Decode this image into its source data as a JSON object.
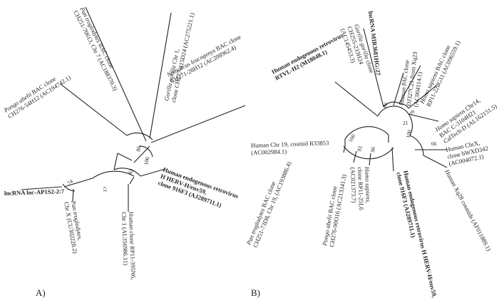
{
  "panels": [
    {
      "label": "A)",
      "leaves": [
        {
          "lines": [
            {
              "segs": [
                {
                  "t": "Pan troglodytes",
                  "i": true
                },
                {
                  "t": " BAC clone"
                }
              ]
            },
            {
              "segs": [
                {
                  "t": "CH251-70613, Chr 7 (AC188370.3)"
                }
              ]
            }
          ]
        },
        {
          "lines": [
            {
              "segs": [
                {
                  "t": "Gorilla gorilla",
                  "i": true
                },
                {
                  "t": " Chr 1,"
                }
              ]
            },
            {
              "segs": [
                {
                  "t": "clone CH277-415D24 (AC275221.1)"
                }
              ]
            }
          ]
        },
        {
          "lines": [
            {
              "segs": [
                {
                  "t": "Pongo abelii",
                  "i": true
                },
                {
                  "t": " BAC clone"
                }
              ]
            },
            {
              "segs": [
                {
                  "t": "CH276-54H12 (AC194742.1)"
                }
              ]
            }
          ]
        },
        {
          "lines": [
            {
              "segs": [
                {
                  "t": "Nomascus leucogenys",
                  "i": true
                },
                {
                  "t": " BAC clone"
                }
              ]
            },
            {
              "segs": [
                {
                  "t": "CH271-28H12 (AC208962.4)"
                }
              ]
            }
          ]
        },
        {
          "lines": [
            {
              "segs": [
                {
                  "t": "Human endogenous retrovirus"
                }
              ]
            },
            {
              "segs": [
                {
                  "t": "H HERV-H/env59,"
                }
              ]
            },
            {
              "segs": [
                {
                  "t": "clone 916F3 (AJ289711.1)"
                }
              ]
            }
          ],
          "bold": true
        },
        {
          "lines": [
            {
              "segs": [
                {
                  "t": "lncRNA lnc-AP1S2-2:7"
                }
              ]
            }
          ],
          "bold": true
        },
        {
          "lines": [
            {
              "segs": [
                {
                  "t": "Pan troglodytes",
                  "i": true
                },
                {
                  "t": ","
                }
              ]
            },
            {
              "segs": [
                {
                  "t": "Chr X (CU302228.2)"
                }
              ]
            }
          ]
        },
        {
          "lines": [
            {
              "segs": [
                {
                  "t": "Human clone RP11-395N6,"
                }
              ]
            },
            {
              "segs": [
                {
                  "t": "Chr 1 (AL356986.11)"
                }
              ]
            }
          ]
        }
      ],
      "bootstrap": [
        "86",
        "100",
        "63",
        "17",
        "74"
      ]
    },
    {
      "label": "B)",
      "leaves": [
        {
          "lines": [
            {
              "segs": [
                {
                  "t": "lncRNA MIR3681HG:27"
                }
              ]
            }
          ],
          "bold": true
        },
        {
          "lines": [
            {
              "segs": [
                {
                  "t": "Gorilla gorilla",
                  "i": true
                },
                {
                  "t": " clone"
                }
              ]
            },
            {
              "segs": [
                {
                  "t": "CH255-233H24"
                }
              ]
            },
            {
              "segs": [
                {
                  "t": "(AC145453.3)"
                }
              ]
            }
          ]
        },
        {
          "lines": [
            {
              "segs": [
                {
                  "t": "Human PAC clone"
                }
              ]
            },
            {
              "segs": [
                {
                  "t": "DJ327C21 from Xq23"
                }
              ]
            },
            {
              "segs": [
                {
                  "t": "(AC004114.1)"
                }
              ]
            }
          ]
        },
        {
          "lines": [
            {
              "segs": [
                {
                  "t": "Homo sapiens",
                  "i": true
                },
                {
                  "t": " BAC clone"
                }
              ]
            },
            {
              "segs": [
                {
                  "t": "RP11-228G11 (AC096559.1)"
                }
              ]
            }
          ]
        },
        {
          "lines": [
            {
              "segs": [
                {
                  "t": "Human endogenous retrovirus"
                }
              ]
            },
            {
              "segs": [
                {
                  "t": "RTVL-H2 (M18048.1)"
                }
              ]
            }
          ],
          "bold": true
        },
        {
          "lines": [
            {
              "segs": [
                {
                  "t": "Homo sapiens",
                  "i": true
                },
                {
                  "t": " Chr14,"
                }
              ]
            },
            {
              "segs": [
                {
                  "t": "BAC C-3104H21"
                }
              ]
            },
            {
              "segs": [
                {
                  "t": "CalTech-D (AL162151.5)"
                }
              ]
            }
          ]
        },
        {
          "lines": [
            {
              "segs": [
                {
                  "t": "Human Chr 19, cosmid R33853"
                }
              ]
            },
            {
              "segs": [
                {
                  "t": "(AC002984.1)"
                }
              ]
            }
          ]
        },
        {
          "lines": [
            {
              "segs": [
                {
                  "t": "Human ChrX,"
                }
              ]
            },
            {
              "segs": [
                {
                  "t": "clone bWXD342"
                }
              ]
            },
            {
              "segs": [
                {
                  "t": "(AC004072.1)"
                }
              ]
            }
          ]
        },
        {
          "lines": [
            {
              "segs": [
                {
                  "t": "Human Xq28 cosmids (AF011889.1)"
                }
              ]
            }
          ]
        },
        {
          "lines": [
            {
              "segs": [
                {
                  "t": "Pan troglodytes",
                  "i": true
                },
                {
                  "t": " BAC clone"
                }
              ]
            },
            {
              "segs": [
                {
                  "t": "CH251-73D8, Chr 19, (AC193886.4)"
                }
              ]
            }
          ]
        },
        {
          "lines": [
            {
              "segs": [
                {
                  "t": "Pongo abelii",
                  "i": true
                },
                {
                  "t": " BAC clone"
                }
              ]
            },
            {
              "segs": [
                {
                  "t": "CH276-90O16 (AC213341.3)"
                }
              ]
            }
          ]
        },
        {
          "lines": [
            {
              "segs": [
                {
                  "t": "Homo sapiens",
                  "i": true
                },
                {
                  "t": ","
                }
              ]
            },
            {
              "segs": [
                {
                  "t": "clone RP11-25L6"
                }
              ]
            },
            {
              "segs": [
                {
                  "t": "(AC021373.7)"
                }
              ]
            }
          ]
        },
        {
          "lines": [
            {
              "segs": [
                {
                  "t": "Human endogenous retrovirus H HERV-H/env59,"
                }
              ]
            },
            {
              "segs": [
                {
                  "t": "clone 916F3 (AJ289711.1)"
                }
              ]
            }
          ],
          "bold": true
        }
      ],
      "bootstrap": [
        "86",
        "21",
        "79",
        "100",
        "66",
        "100",
        "93",
        "96"
      ]
    }
  ]
}
